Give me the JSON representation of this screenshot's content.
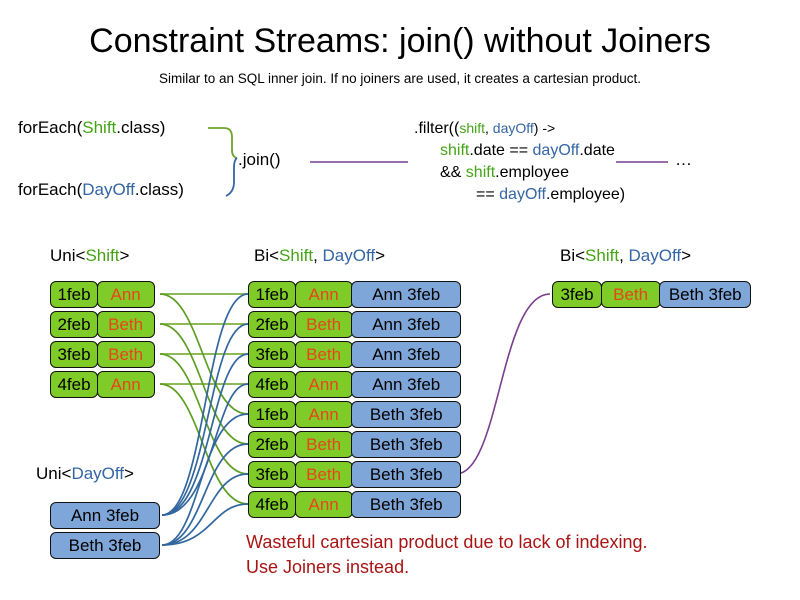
{
  "slide": {
    "title": "Constraint Streams: join() without Joiners",
    "subtitle": "Similar to an SQL inner join. If no joiners are used, it creates a cartesian product."
  },
  "colors": {
    "shift_green": "#44A416",
    "dayoff_blue": "#3465A4",
    "cell_green": "#7FCC28",
    "cell_blue": "#7FA6D9",
    "name_orange": "#E8441A",
    "warning_red": "#A81414",
    "connector_green": "#7FAF3F",
    "connector_blue": "#31679E",
    "connector_purple": "#7A3E8F"
  },
  "code": {
    "foreach_shift": {
      "prefix": "forEach(",
      "type": "Shift",
      "suffix": ".class)"
    },
    "foreach_dayoff": {
      "prefix": "forEach(",
      "type": "DayOff",
      "suffix": ".class)"
    },
    "join_label": ".join()",
    "ellipsis": "…",
    "filter": {
      "line1_prefix": ".filter((",
      "line1_var1": "shift",
      "line1_comma": ", ",
      "line1_var2": "dayOff",
      "line1_suffix": ") ->",
      "line2_var1": "shift",
      "line2_mid": ".date == ",
      "line2_var2": "dayOff",
      "line2_end": ".date",
      "line3_prefix": "&& ",
      "line3_var1": "shift",
      "line3_end": ".employee",
      "line4_prefix": "== ",
      "line4_var1": "dayOff",
      "line4_end": ".employee)"
    }
  },
  "headers": {
    "uni_shift": {
      "pre": "Uni<",
      "type": "Shift",
      "post": ">"
    },
    "uni_dayoff": {
      "pre": "Uni<",
      "type": "DayOff",
      "post": ">"
    },
    "bi_middle": {
      "pre": "Bi<",
      "type1": "Shift",
      "sep": ", ",
      "type2": "DayOff",
      "post": ">"
    },
    "bi_right": {
      "pre": "Bi<",
      "type1": "Shift",
      "sep": ", ",
      "type2": "DayOff",
      "post": ">"
    }
  },
  "uni_shift_rows": [
    {
      "date": "1feb",
      "name": "Ann"
    },
    {
      "date": "2feb",
      "name": "Beth"
    },
    {
      "date": "3feb",
      "name": "Beth"
    },
    {
      "date": "4feb",
      "name": "Ann"
    }
  ],
  "uni_dayoff_rows": [
    {
      "pair": "Ann 3feb"
    },
    {
      "pair": "Beth 3feb"
    }
  ],
  "bi_rows": [
    {
      "date": "1feb",
      "name": "Ann",
      "pair": "Ann 3feb"
    },
    {
      "date": "2feb",
      "name": "Beth",
      "pair": "Ann 3feb"
    },
    {
      "date": "3feb",
      "name": "Beth",
      "pair": "Ann 3feb"
    },
    {
      "date": "4feb",
      "name": "Ann",
      "pair": "Ann 3feb"
    },
    {
      "date": "1feb",
      "name": "Ann",
      "pair": "Beth 3feb"
    },
    {
      "date": "2feb",
      "name": "Beth",
      "pair": "Beth 3feb"
    },
    {
      "date": "3feb",
      "name": "Beth",
      "pair": "Beth 3feb"
    },
    {
      "date": "4feb",
      "name": "Ann",
      "pair": "Beth 3feb"
    }
  ],
  "result_rows": [
    {
      "date": "3feb",
      "name": "Beth",
      "pair": "Beth 3feb"
    }
  ],
  "warning": {
    "line1": "Wasteful cartesian product due to lack of indexing.",
    "line2": "Use Joiners instead."
  }
}
